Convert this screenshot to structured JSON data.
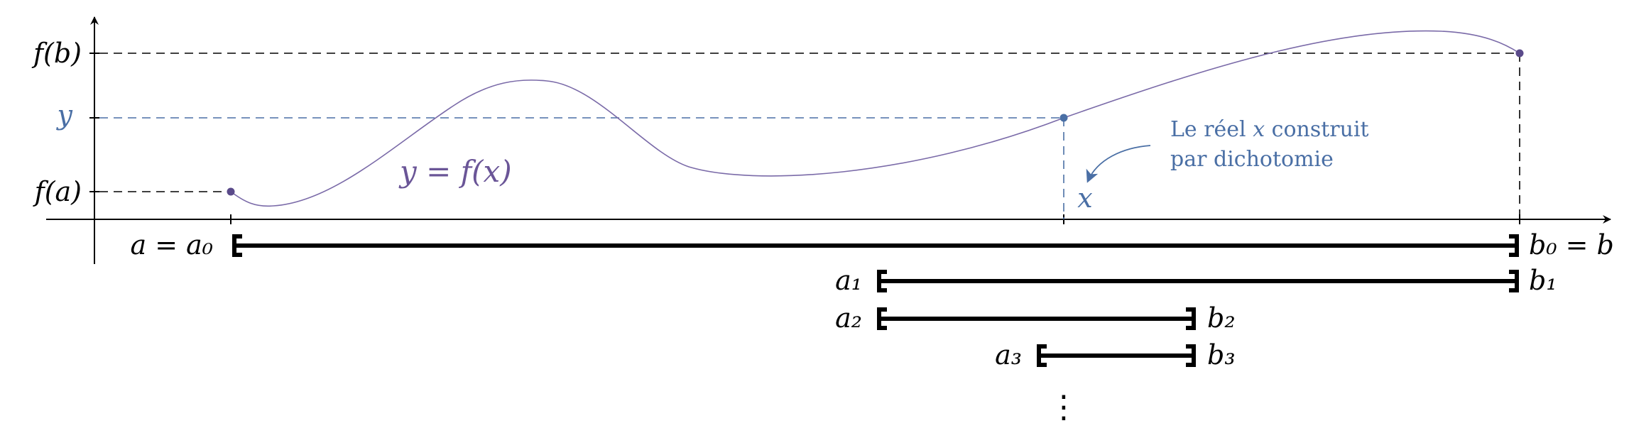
{
  "colors": {
    "axis": "#000000",
    "curve": "#7a6aa8",
    "curve_label": "#6a5597",
    "guide": "#4a6fa5",
    "interval": "#000000",
    "point": "#5a4a8a"
  },
  "axis_labels": {
    "fb": "f(b)",
    "y": "y",
    "fa": "f(a)",
    "x": "x"
  },
  "curve_label": "y = f(x)",
  "annotation": {
    "line1_prefix": "Le réel ",
    "line1_var": "x",
    "line1_suffix": " construit",
    "line2": "par dichotomie"
  },
  "intervals": {
    "a0": "a = a₀",
    "b0": "b₀ = b",
    "a1": "a₁",
    "b1": "b₁",
    "a2": "a₂",
    "b2": "b₂",
    "a3": "a₃",
    "b3": "b₃",
    "dots": "⋮"
  }
}
